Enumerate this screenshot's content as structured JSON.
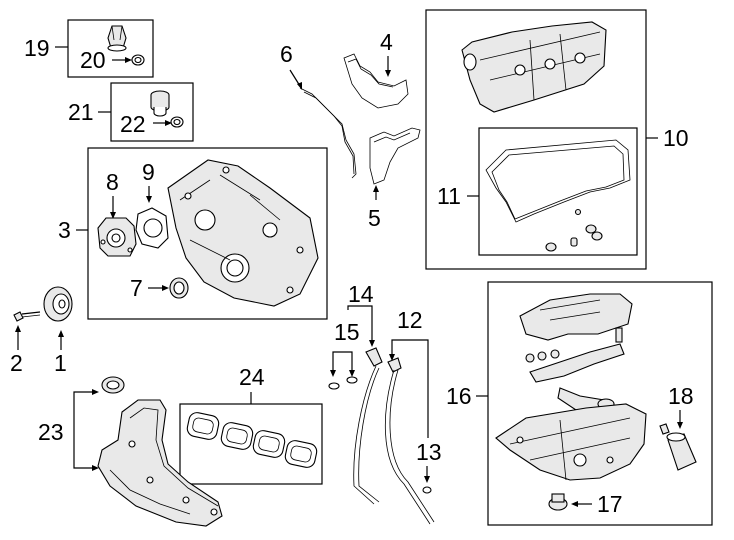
{
  "callouts": {
    "c1": "1",
    "c2": "2",
    "c3": "3",
    "c4": "4",
    "c5": "5",
    "c6": "6",
    "c7": "7",
    "c8": "8",
    "c9": "9",
    "c10": "10",
    "c11": "11",
    "c12": "12",
    "c13": "13",
    "c14": "14",
    "c15": "15",
    "c16": "16",
    "c17": "17",
    "c18": "18",
    "c19": "19",
    "c20": "20",
    "c21": "21",
    "c22": "22",
    "c23": "23",
    "c24": "24"
  },
  "colors": {
    "line": "#000000",
    "background": "#ffffff",
    "part_shade": "#e9e9e9"
  }
}
